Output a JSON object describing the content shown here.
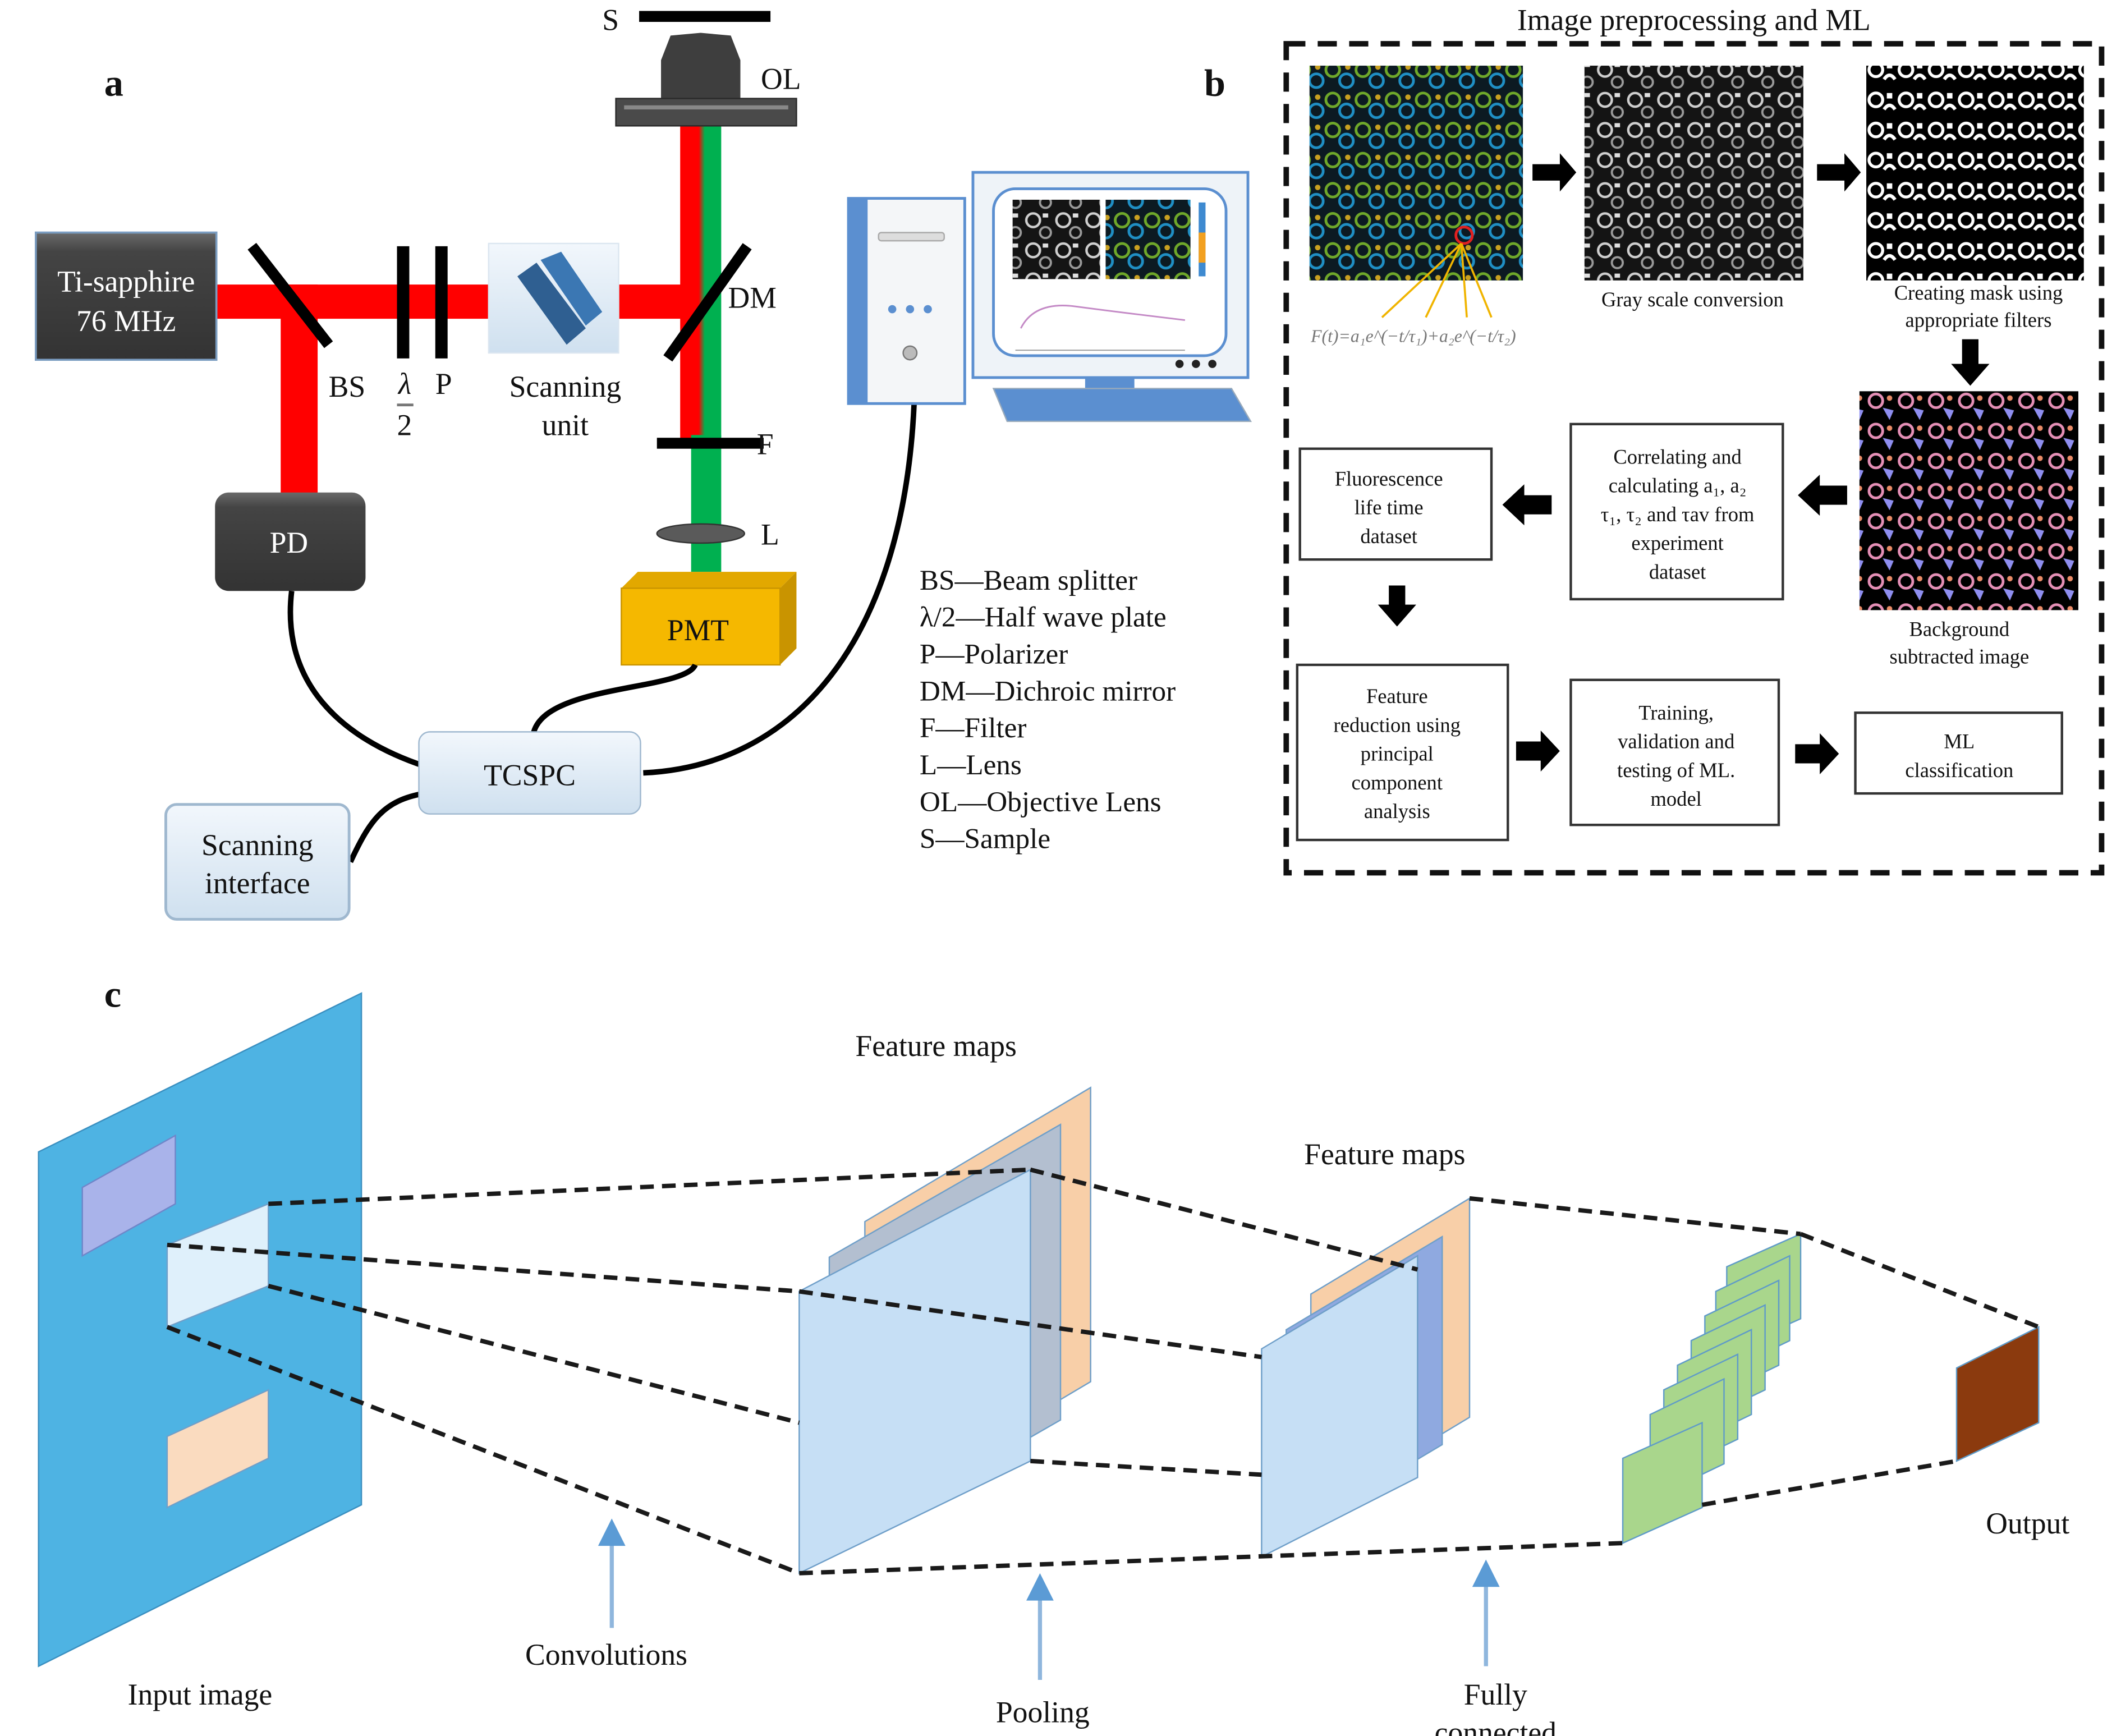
{
  "panel_labels": {
    "a": "a",
    "b": "b",
    "c": "c"
  },
  "panel_a": {
    "laser": {
      "line1": "Ti-sapphire",
      "line2": "76 MHz"
    },
    "components": {
      "bs": "BS",
      "lambda_num": "λ",
      "lambda_den": "2",
      "p": "P",
      "scanning_unit_l1": "Scanning",
      "scanning_unit_l2": "unit",
      "dm": "DM",
      "f": "F",
      "l": "L",
      "ol": "OL",
      "s": "S",
      "pd": "PD",
      "pmt": "PMT",
      "tcspc": "TCSPC",
      "scan_iface_l1": "Scanning",
      "scan_iface_l2": "interface"
    },
    "legend": [
      "BS—Beam splitter",
      "λ/2—Half wave plate",
      "P—Polarizer",
      "DM—Dichroic mirror",
      "F—Filter",
      "L—Lens",
      "OL—Objective Lens",
      "S—Sample"
    ],
    "colors": {
      "laser_red": "#ff0000",
      "fluor_green": "#00b050",
      "pmt": "#f5b800",
      "device_dark": "#3d3d3d"
    }
  },
  "panel_b": {
    "title": "Image preprocessing and ML",
    "formula": "F(t)=a₁e^(−t/τ₁)+a₂e^(−t/τ₂)",
    "captions": {
      "gray": "Gray scale conversion",
      "mask_l1": "Creating mask using",
      "mask_l2": "appropriate filters",
      "bg_l1": "Background",
      "bg_l2": "subtracted image"
    },
    "boxes": {
      "fluor": [
        "Fluorescence",
        "life time",
        "dataset"
      ],
      "correlating": [
        "Correlating and",
        "calculating a₁, a₂",
        "τ₁, τ₂ and τav from",
        "experiment",
        "dataset"
      ],
      "feature": [
        "Feature",
        "reduction using",
        "principal",
        "component",
        "analysis"
      ],
      "training": [
        "Training,",
        "validation and",
        "testing of ML.",
        "model"
      ],
      "ml": [
        "ML",
        "classification"
      ]
    }
  },
  "panel_c": {
    "labels": {
      "feature_maps_1": "Feature maps",
      "feature_maps_2": "Feature maps",
      "input_image": "Input image",
      "convolutions": "Convolutions",
      "pooling": "Pooling",
      "fully_l1": "Fully",
      "fully_l2": "connected",
      "output": "Output"
    },
    "colors": {
      "input": "#4eb3e3",
      "map_light": "#c6dff5",
      "map_orange": "#f8cfa8",
      "map_gray": "#b3bfd0",
      "map_blue": "#8fa9e0",
      "fc_green": "#a9d68c",
      "output_brown": "#8b3a0e",
      "arrow_blue": "#5b9bd5"
    }
  }
}
